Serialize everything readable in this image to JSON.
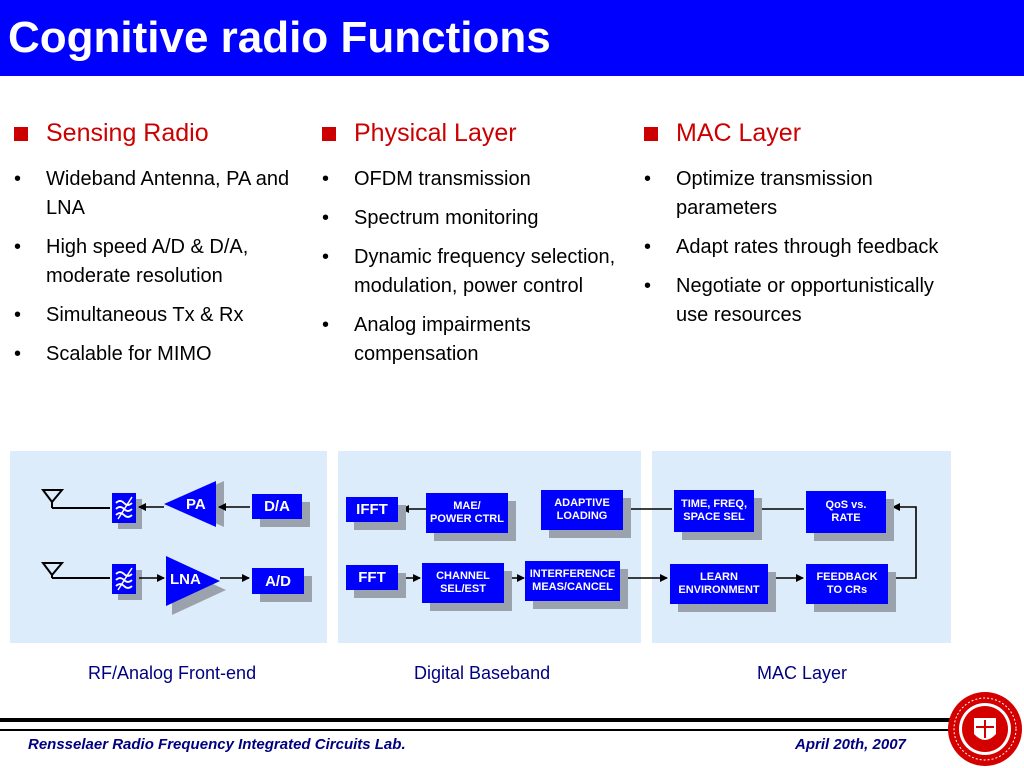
{
  "title": "Cognitive radio Functions",
  "columns": [
    {
      "heading": "Sensing Radio",
      "bullets": [
        "Wideband Antenna, PA and LNA",
        "High speed A/D & D/A, moderate resolution",
        "Simultaneous Tx & Rx",
        "Scalable for MIMO"
      ]
    },
    {
      "heading": "Physical Layer",
      "bullets": [
        "OFDM transmission",
        "Spectrum monitoring",
        "Dynamic frequency selection, modulation, power control",
        "Analog impairments compensation"
      ]
    },
    {
      "heading": "MAC Layer",
      "bullets": [
        "Optimize transmission parameters",
        "Adapt rates through feedback",
        "Negotiate or opportunistically use resources"
      ]
    }
  ],
  "bullet_glyph": "•",
  "diagram": {
    "rf": {
      "pa": "PA",
      "lna": "LNA",
      "da": "D/A",
      "ad": "A/D"
    },
    "baseband": {
      "ifft": "IFFT",
      "fft": "FFT",
      "mae": "MAE/\nPOWER CTRL",
      "adaptive": "ADAPTIVE\nLOADING",
      "channel": "CHANNEL\nSEL/EST",
      "interference": "INTERFERENCE\nMEAS/CANCEL"
    },
    "mac": {
      "tfs": "TIME, FREQ,\nSPACE SEL",
      "qos": "QoS vs.\nRATE",
      "learn": "LEARN\nENVIRONMENT",
      "feedback": "FEEDBACK\nTO CRs"
    },
    "block_color": "#0000ff",
    "panel_color": "#ddecfa"
  },
  "captions": {
    "rf": "RF/Analog Front-end",
    "bb": "Digital Baseband",
    "mac": "MAC Layer"
  },
  "footer": {
    "left": "Rensselaer Radio Frequency Integrated Circuits Lab.",
    "right": "April  20th, 2007"
  },
  "seal": {
    "text": "RENSSELAER POLYTECHNIC INSTITUTE",
    "year": "1824",
    "color": "#d40000"
  },
  "icons": [
    "antenna-icon",
    "filter-icon",
    "amplifier-triangle-icon",
    "bullet-square-icon"
  ]
}
